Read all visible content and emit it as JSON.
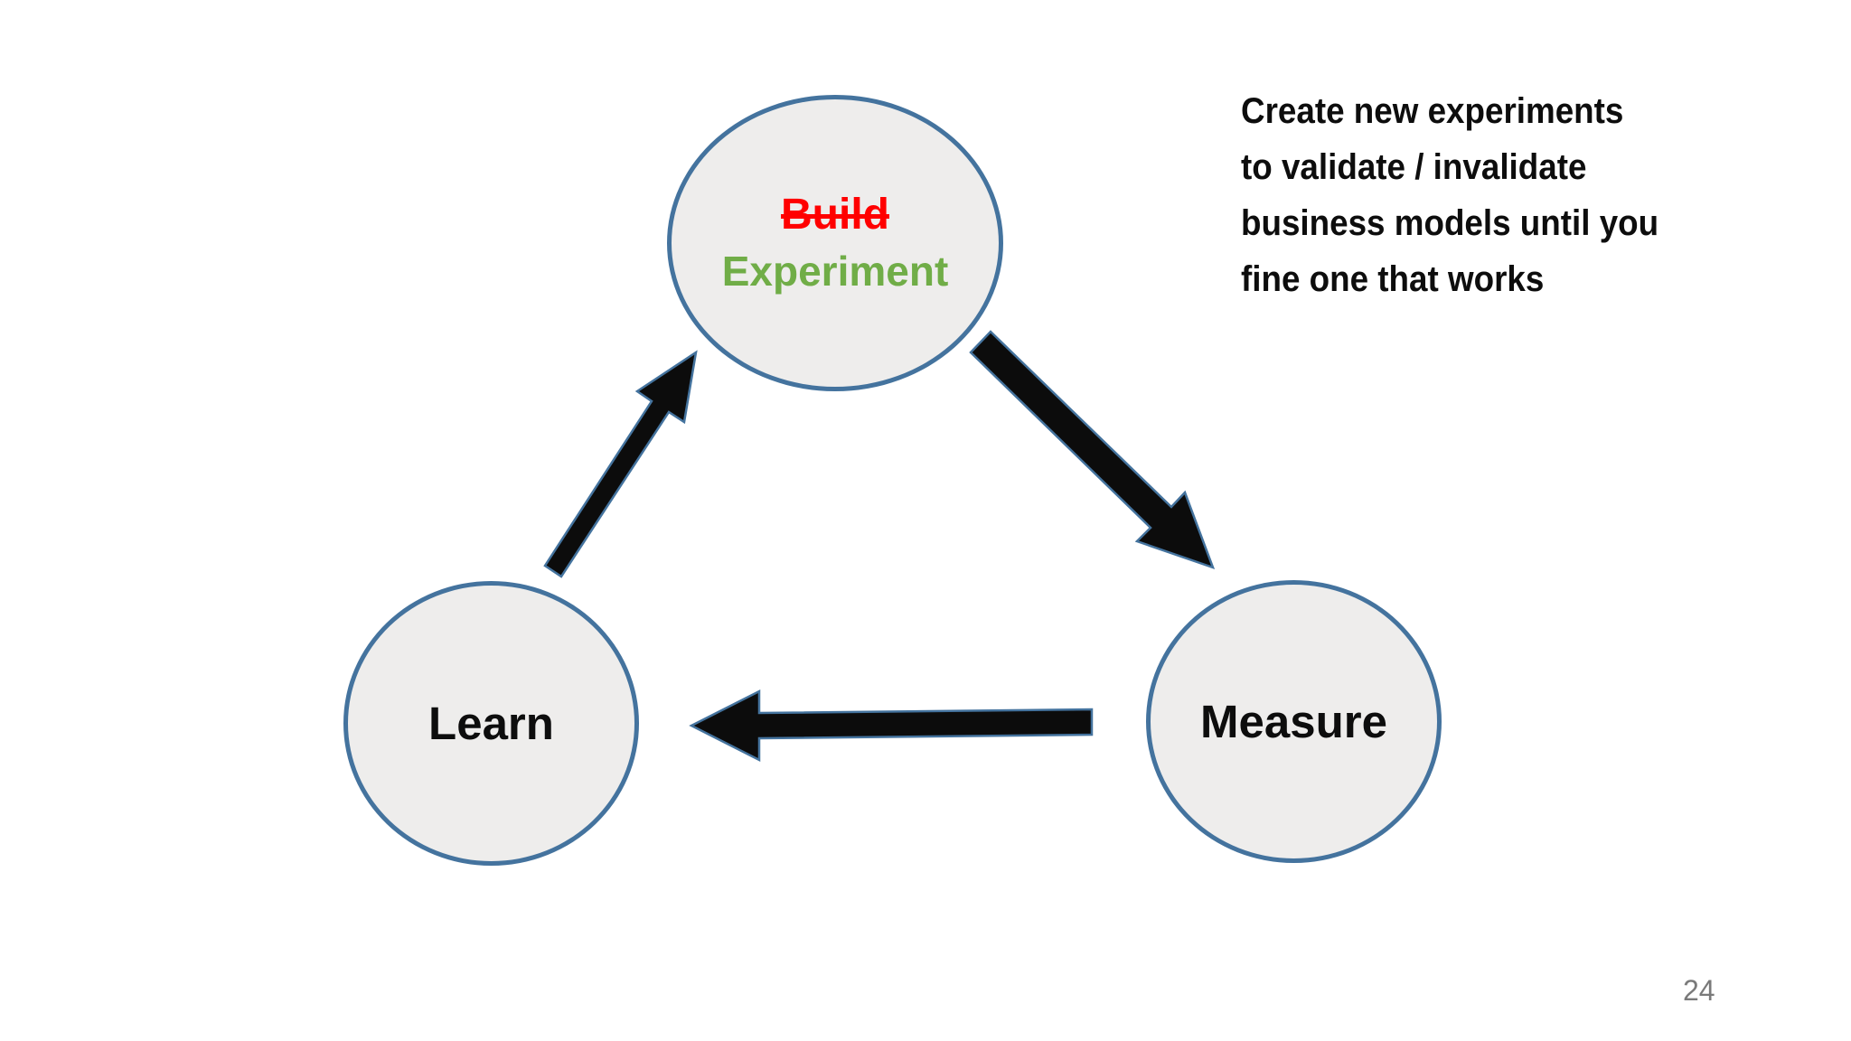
{
  "slide": {
    "page_number": "24",
    "background": "#ffffff"
  },
  "diagram": {
    "title": "Build-Measure-Learn loop",
    "nodes": [
      {
        "id": "experiment",
        "labels": [
          {
            "text": "Build",
            "color": "#ff0000",
            "strikethrough": true
          },
          {
            "text": "Experiment",
            "color": "#70ad47",
            "strikethrough": false
          }
        ]
      },
      {
        "id": "learn",
        "label": "Learn"
      },
      {
        "id": "measure",
        "label": "Measure"
      }
    ],
    "edges": [
      {
        "from": "learn",
        "to": "experiment"
      },
      {
        "from": "experiment",
        "to": "measure"
      },
      {
        "from": "measure",
        "to": "learn"
      }
    ],
    "palette": {
      "node_fill": "#eeedec",
      "node_border": "#44739e",
      "arrow_fill": "#0c0c0c",
      "arrow_outline": "#44739e",
      "build_red": "#ff0000",
      "experiment_green": "#70ad47",
      "text_black": "#0d0d0d",
      "page_number_gray": "#7a7a7a"
    }
  },
  "side_note": {
    "text": "Create new experiments to validate / invalidate business models until you fine one that works",
    "lines": [
      "Create new experiments",
      "to validate / invalidate",
      "business models until you",
      "fine one that works"
    ]
  }
}
